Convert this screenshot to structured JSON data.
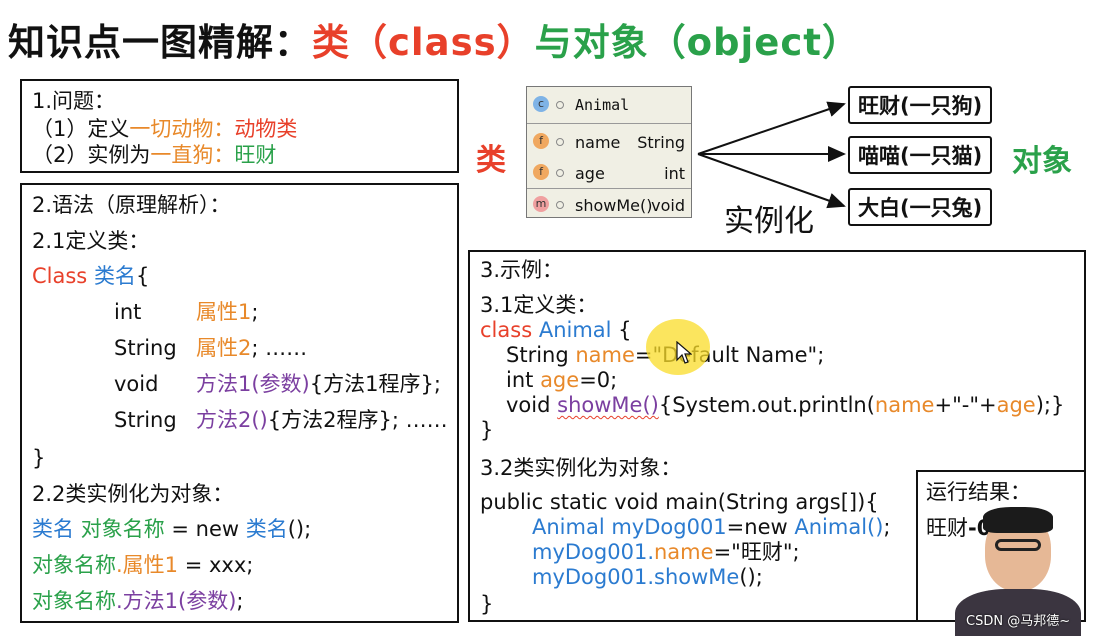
{
  "title": {
    "part1": "知识点一图精解：",
    "part2": "类（class）",
    "part3": "与对象（object）"
  },
  "problem": {
    "heading": "1.问题：",
    "line1_prefix": "（1）定义",
    "line1_orange": "一切动物：",
    "line1_red": "动物类",
    "line2_prefix": "（2）实例为",
    "line2_orange": "一直狗：",
    "line2_green": "旺财"
  },
  "uml": {
    "class_icon": "c",
    "class_name": "Animal",
    "fields": [
      {
        "icon": "f",
        "name": "name",
        "type": "String"
      },
      {
        "icon": "f",
        "name": "age",
        "type": "int"
      }
    ],
    "method": {
      "icon": "m",
      "name": "showMe()",
      "type": "void"
    }
  },
  "diagram": {
    "class_label": "类",
    "object_label": "对象",
    "instantiate_label": "实例化",
    "objects": [
      "旺财(一只狗)",
      "喵喵(一只猫)",
      "大白(一只兔)"
    ]
  },
  "syntax": {
    "heading": "2.语法（原理解析）：",
    "sub1": "2.1定义类：",
    "class_kw": "Class",
    "class_name": "类名",
    "brace_open": "{",
    "rows": [
      {
        "type": "int",
        "name": "属性1",
        "rest": ";"
      },
      {
        "type": "String",
        "name": "属性2",
        "rest": "; ……"
      },
      {
        "type": "void",
        "name": "方法1(参数)",
        "rest": "{方法1程序};"
      },
      {
        "type": "String",
        "name": "方法2()",
        "rest": "{方法2程序}; ……"
      }
    ],
    "brace_close": "}",
    "sub2": "2.2类实例化为对象：",
    "inst1_a": "类名",
    "inst1_b": "对象名称",
    "inst1_c": " = new ",
    "inst1_d": "类名",
    "inst1_e": "();",
    "inst2_a": "对象名称",
    "inst2_b": ".属性1",
    "inst2_c": " = xxx;",
    "inst3_a": "对象名称",
    "inst3_b": ".方法1(参数)",
    "inst3_c": ";"
  },
  "example": {
    "heading": "3.示例：",
    "sub1": "3.1定义类：",
    "c1_kw": "class",
    "c1_name": "Animal",
    "c1_end": " {",
    "c2_a": "String ",
    "c2_b": "name",
    "c2_c": "=\"Default Name\";",
    "c3_a": "int ",
    "c3_b": "age",
    "c3_c": "=0;",
    "c4_a": "void ",
    "c4_b": "showMe()",
    "c4_c": "{System.out.println(",
    "c4_d": "name",
    "c4_e": "+\"-\"+",
    "c4_f": "age",
    "c4_g": ");}",
    "c5": "}",
    "sub2": "3.2类实例化为对象：",
    "m1": "public static void main(String args[]){",
    "m2_a": "Animal",
    "m2_b": " myDog001",
    "m2_c": "=new ",
    "m2_d": "Animal()",
    "m2_e": ";",
    "m3_a": "myDog001.",
    "m3_b": "name",
    "m3_c": "=\"旺财\";",
    "m4_a": "myDog001.",
    "m4_b": "showMe",
    "m4_c": "();",
    "m5": "}"
  },
  "result": {
    "heading": "运行结果：",
    "value_a": "旺财",
    "value_b": "-0"
  },
  "watermark": "CSDN @马邦德~"
}
